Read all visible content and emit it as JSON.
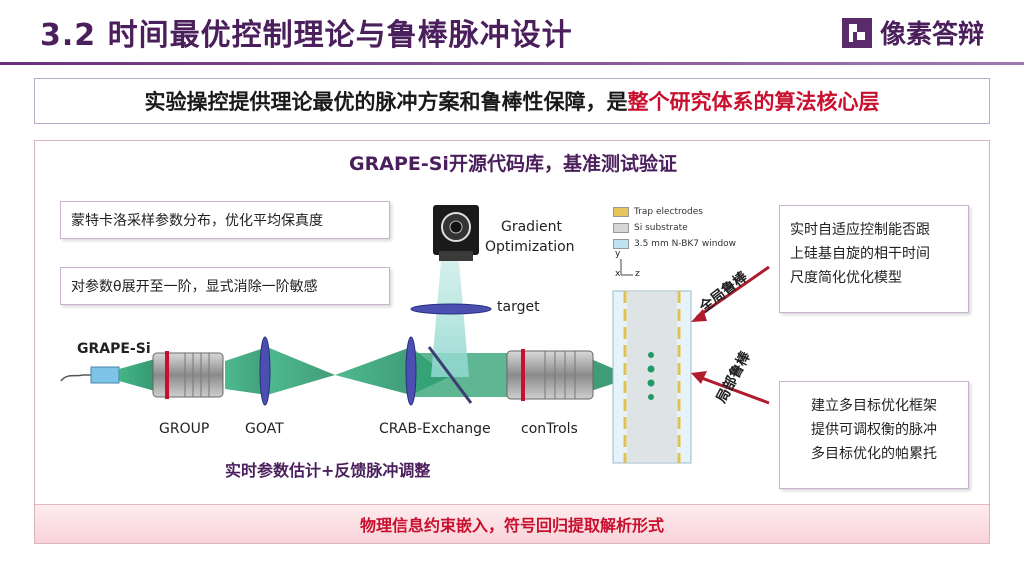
{
  "header": {
    "title": "3.2 时间最优控制理论与鲁棒脉冲设计",
    "logo_text": "像素答辩"
  },
  "banner": {
    "text_main": "实验操控提供理论最优的脉冲方案和鲁棒性保障，是",
    "text_highlight": "整个研究体系的算法核心层"
  },
  "panel": {
    "title": "GRAPE-Si开源代码库，基准测试验证",
    "footer": "物理信息约束嵌入，符号回归提取解析形式",
    "subcaption": "实时参数估计+反馈脉冲调整"
  },
  "boxes": {
    "monte_carlo": "蒙特卡洛采样参数分布，优化平均保真度",
    "first_order": "对参数θ展开至一阶，显式消除一阶敏感",
    "adaptive": [
      "实时自适应控制能否跟",
      "上硅基自旋的相干时间",
      "尺度简化优化模型"
    ],
    "multi_objective": [
      "建立多目标优化框架",
      "提供可调权衡的脉冲",
      "多目标优化的帕累托"
    ]
  },
  "tags": {
    "global": "全局鲁棒",
    "local": "局部鲁棒"
  },
  "labels": {
    "grape_si": "GRAPE-Si",
    "group": "GROUP",
    "goat": "GOAT",
    "crab": "CRAB-Exchange",
    "controls": "conTrols",
    "target": "target",
    "gradient_line1": "Gradient",
    "gradient_line2": "Optimization"
  },
  "legend": {
    "items": [
      "Trap electrodes",
      "Si substrate",
      "3.5 mm N-BK7 window"
    ],
    "axis_x": "x",
    "axis_y": "y",
    "axis_z": "z"
  },
  "colors": {
    "title": "#4a1f5c",
    "highlight": "#c8102e",
    "beam_green": "#1f9a68",
    "beam_teal": "#7fd0c8",
    "lens_blue": "#3b3f9e",
    "arrow_red": "#b01c2e"
  }
}
